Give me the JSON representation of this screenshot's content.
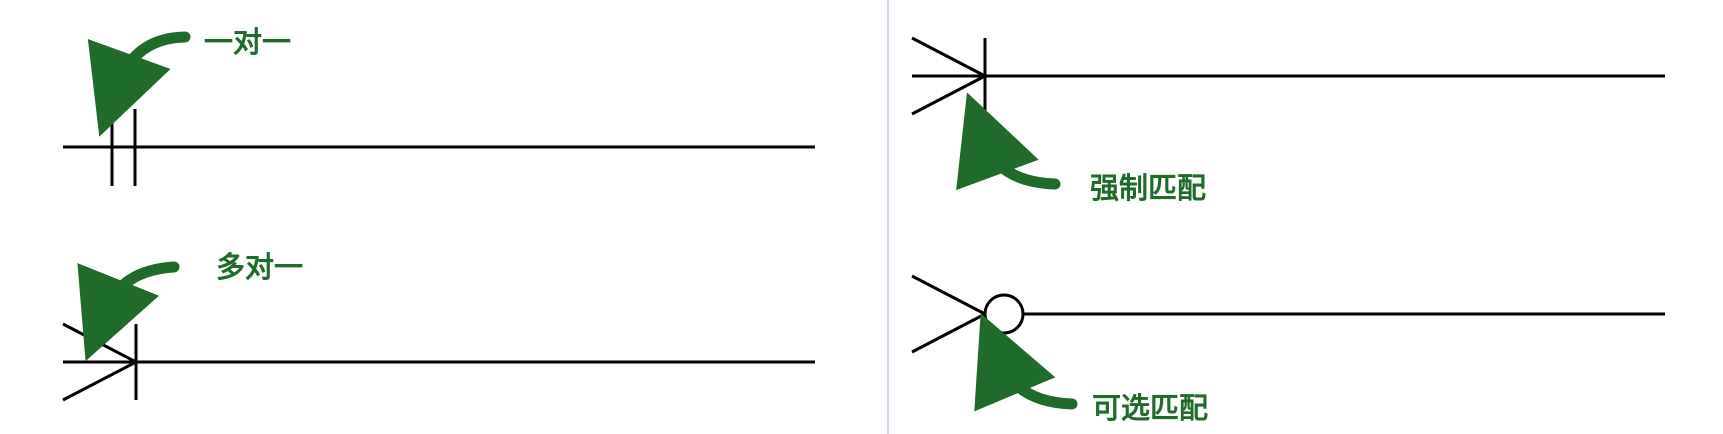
{
  "diagram": {
    "title": "",
    "colors": {
      "line": "#000000",
      "label": "#1f6b2a",
      "arrow": "#1f6b2a",
      "divider": "#c9d9ea"
    },
    "panels": [
      {
        "name": "one-to-one",
        "label": "一对一",
        "notation": "double-bar",
        "arrow_icon": "curved-arrow-down-left-icon"
      },
      {
        "name": "many-to-one",
        "label": "多对一",
        "notation": "crow-foot-bar",
        "arrow_icon": "curved-arrow-down-left-icon"
      },
      {
        "name": "mandatory-match",
        "label": "强制匹配",
        "notation": "crow-foot-bar",
        "arrow_icon": "curved-arrow-up-left-icon"
      },
      {
        "name": "optional-match",
        "label": "可选匹配",
        "notation": "crow-foot-circle",
        "arrow_icon": "curved-arrow-up-left-icon"
      }
    ]
  }
}
